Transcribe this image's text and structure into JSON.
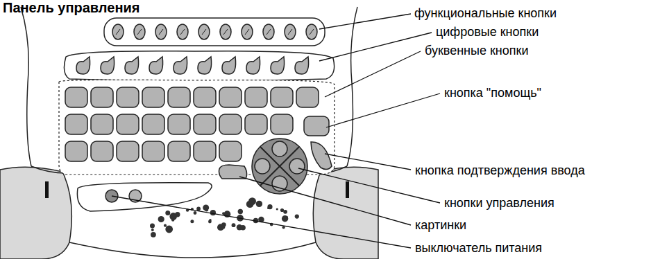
{
  "diagram": {
    "title": "Панель управления",
    "labels": [
      "функциональные кнопки",
      "цифровые кнопки",
      "буквенные кнопки",
      "кнопка \"помощь\"",
      "кнопка подтверждения ввода",
      "кнопки управления",
      "картинки",
      "выключатель питания"
    ]
  }
}
